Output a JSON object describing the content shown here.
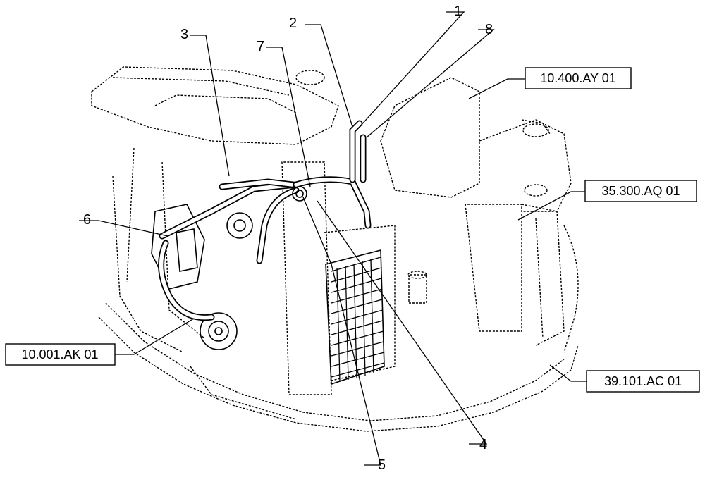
{
  "callouts": {
    "n1": "1",
    "n2": "2",
    "n3": "3",
    "n4": "4",
    "n5": "5",
    "n6": "6",
    "n7": "7",
    "n8": "8"
  },
  "references": {
    "r1": "10.400.AY 01",
    "r2": "35.300.AQ 01",
    "r3": "10.001.AK 01",
    "r4": "39.101.AC 01"
  },
  "colors": {
    "ink": "#000000",
    "paper": "#ffffff"
  }
}
